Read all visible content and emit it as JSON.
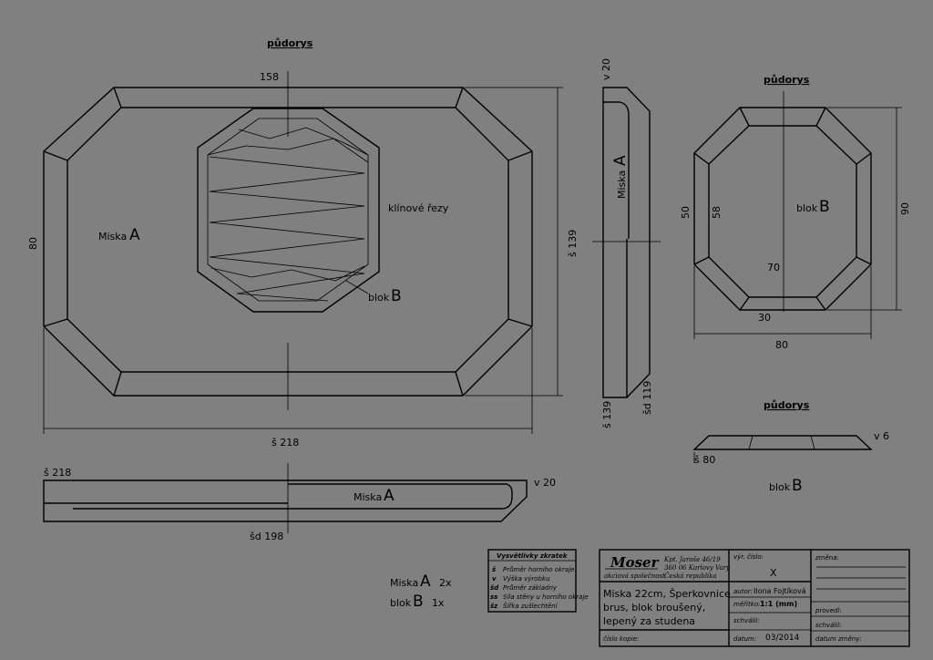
{
  "views": {
    "plan_title": "půdorys",
    "plan_b_title": "půdorys",
    "plan_b_side_title": "půdorys",
    "label_miska": "Miska",
    "letter_a": "A",
    "label_blok": "blok",
    "letter_b": "B",
    "klinove_rezy": "klínové řezy"
  },
  "dimensions": {
    "d158": "158",
    "d80_left": "80",
    "s139_right": "š 139",
    "s218_bottom": "š 218",
    "v20_side": "v 20",
    "s139_side": "š 139",
    "sd119_side": "šd 119",
    "s218_section": "š 218",
    "v20_section": "v 20",
    "sd198_section": "šd 198",
    "b50": "50",
    "b58": "58",
    "b90": "90",
    "b70": "70",
    "b30": "30",
    "b80": "80",
    "v6": "v 6",
    "s80": "š 80"
  },
  "quantities": {
    "miska": "Miska",
    "miska_letter": "A",
    "miska_count": "2x",
    "blok": "blok",
    "blok_letter": "B",
    "blok_count": "1x"
  },
  "legend": {
    "title": "Vysvětlivky zkratek",
    "rows": [
      {
        "key": "š",
        "text": "Průměr horního okraje"
      },
      {
        "key": "v",
        "text": "Výška výrobku"
      },
      {
        "key": "šd",
        "text": "Průměr základny"
      },
      {
        "key": "ss",
        "text": "Síla stěny u horního okraje"
      },
      {
        "key": "šz",
        "text": "Šířka zušlechtění"
      }
    ]
  },
  "title_block": {
    "logo": "Moser",
    "company_form": "akciová společnost",
    "address_1": "Kpt. Jaroše 46/19",
    "address_2": "360 06 Karlovy Vary",
    "address_3": "Česká republika",
    "product_line_1": "Miska 22cm, Šperkovnice",
    "product_line_2": "brus, blok broušený,",
    "product_line_3": "lepený za studena",
    "vyr_cislo_label": "výr. číslo:",
    "vyr_cislo_value": "X",
    "autor_label": "autor:",
    "autor_value": "Ilona Fojtíková",
    "meritko_label": "měřítko:",
    "meritko_value": "1:1 (mm)",
    "schvalil_label": "schválil:",
    "datum_label": "datum:",
    "datum_value": "03/2014",
    "cislo_kopie_label": "číslo kopie:",
    "zmena_label": "změna:",
    "provedl_label": "provedl:",
    "schvalil2_label": "schválil:",
    "datum_zmeny_label": "datum změny:"
  }
}
